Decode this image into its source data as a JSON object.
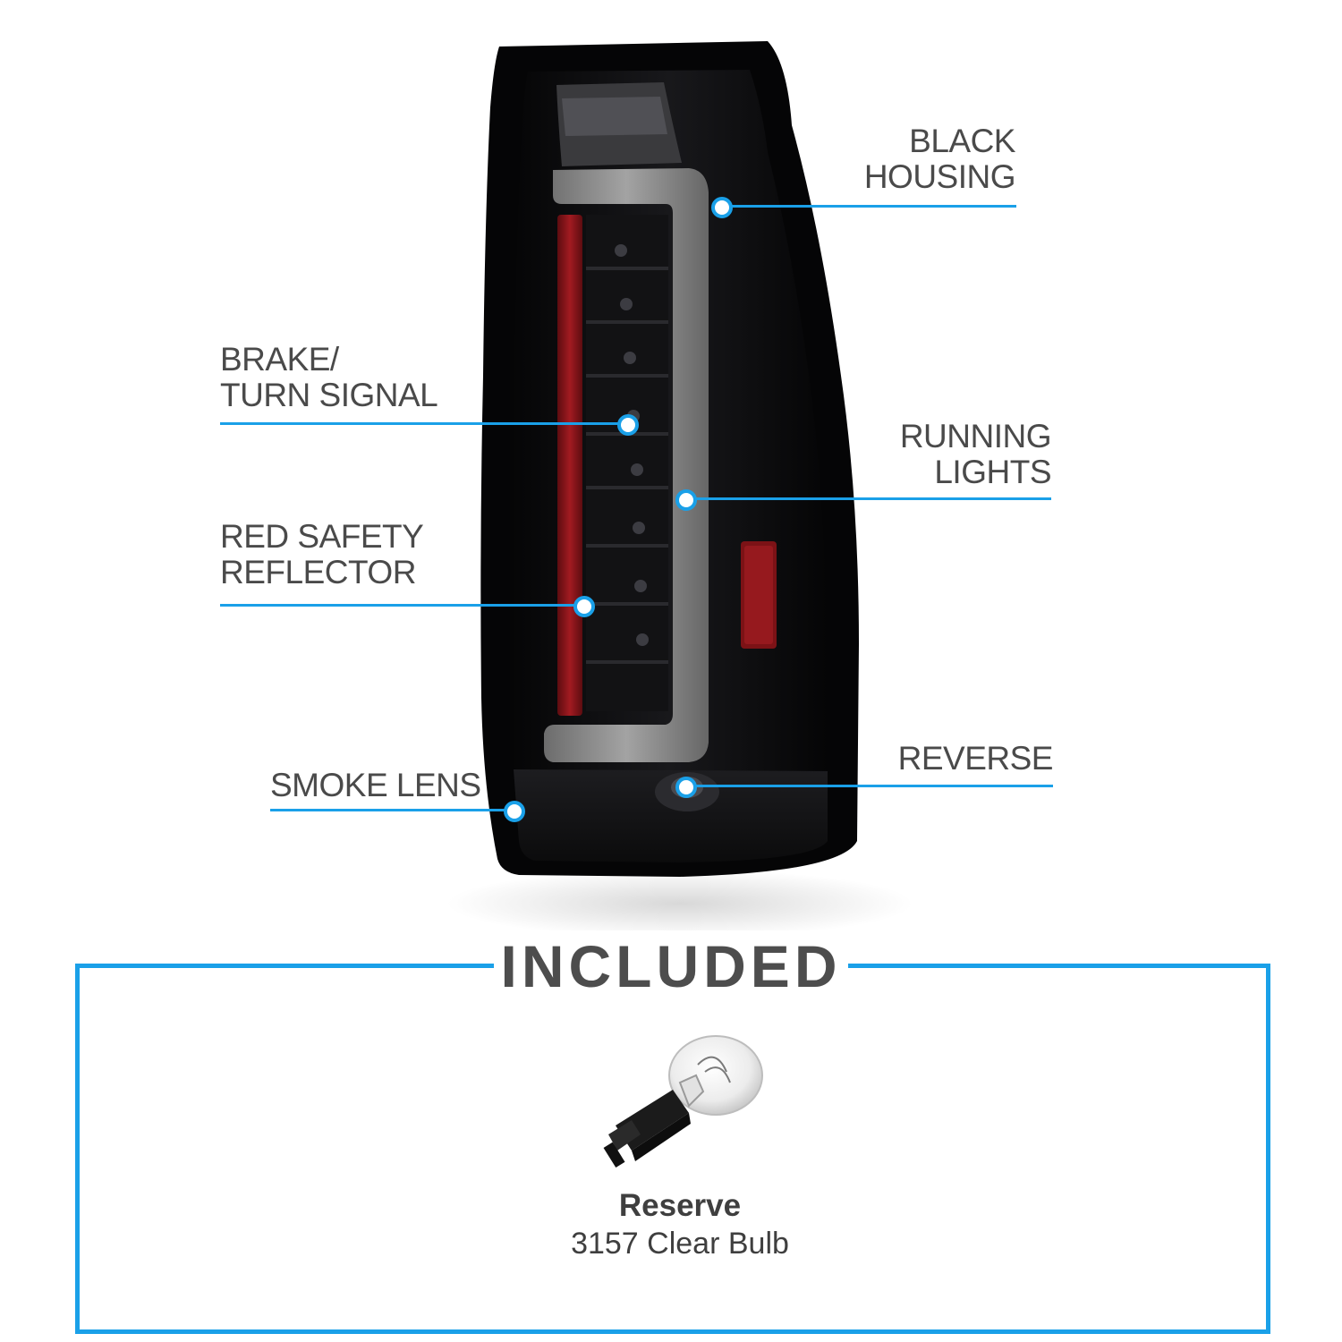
{
  "callouts": {
    "black_housing": [
      "BLACK",
      "HOUSING"
    ],
    "brake_turn": [
      "BRAKE/",
      "TURN SIGNAL"
    ],
    "running_lights": [
      "RUNNING",
      "LIGHTS"
    ],
    "red_safety_reflector": [
      "RED SAFETY",
      "REFLECTOR"
    ],
    "reverse": [
      "REVERSE"
    ],
    "smoke_lens": [
      "SMOKE LENS"
    ]
  },
  "included": {
    "title": "INCLUDED",
    "item_title": "Reserve",
    "item_desc": "3157 Clear Bulb"
  },
  "colors": {
    "accent": "#1aa0e8",
    "text": "#4a4a4a",
    "housing": "#0b0b0d",
    "reflector_red": "#8a1418",
    "light_bar": "#8c8c8c"
  },
  "icons": [
    "tail-light-illustration",
    "bulb-3157-illustration"
  ]
}
